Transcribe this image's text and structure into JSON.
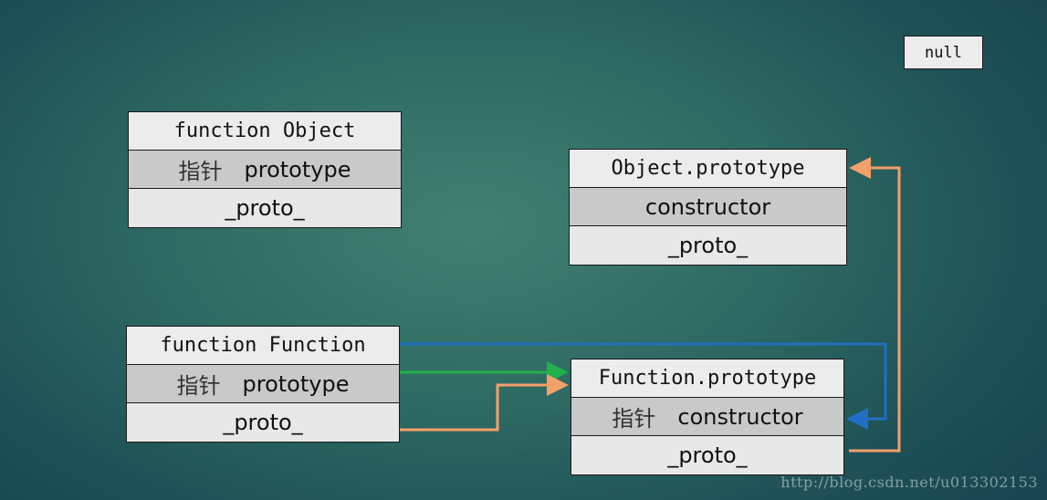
{
  "null_label": "null",
  "object_fn": {
    "title": "function Object",
    "pointer_label": "指针",
    "prototype_label": "prototype",
    "proto_label": "_proto_"
  },
  "object_proto": {
    "title": "Object.prototype",
    "constructor_label": "constructor",
    "proto_label": "_proto_"
  },
  "function_fn": {
    "title": "function Function",
    "pointer_label": "指针",
    "prototype_label": "prototype",
    "proto_label": "_proto_"
  },
  "function_proto": {
    "title": "Function.prototype",
    "pointer_label": "指针",
    "constructor_label": "constructor",
    "proto_label": "_proto_"
  },
  "colors": {
    "blue": "#1f6fc4",
    "green": "#22b04a",
    "orange": "#f4a06a"
  },
  "watermark": "http://blog.csdn.net/u013302153"
}
